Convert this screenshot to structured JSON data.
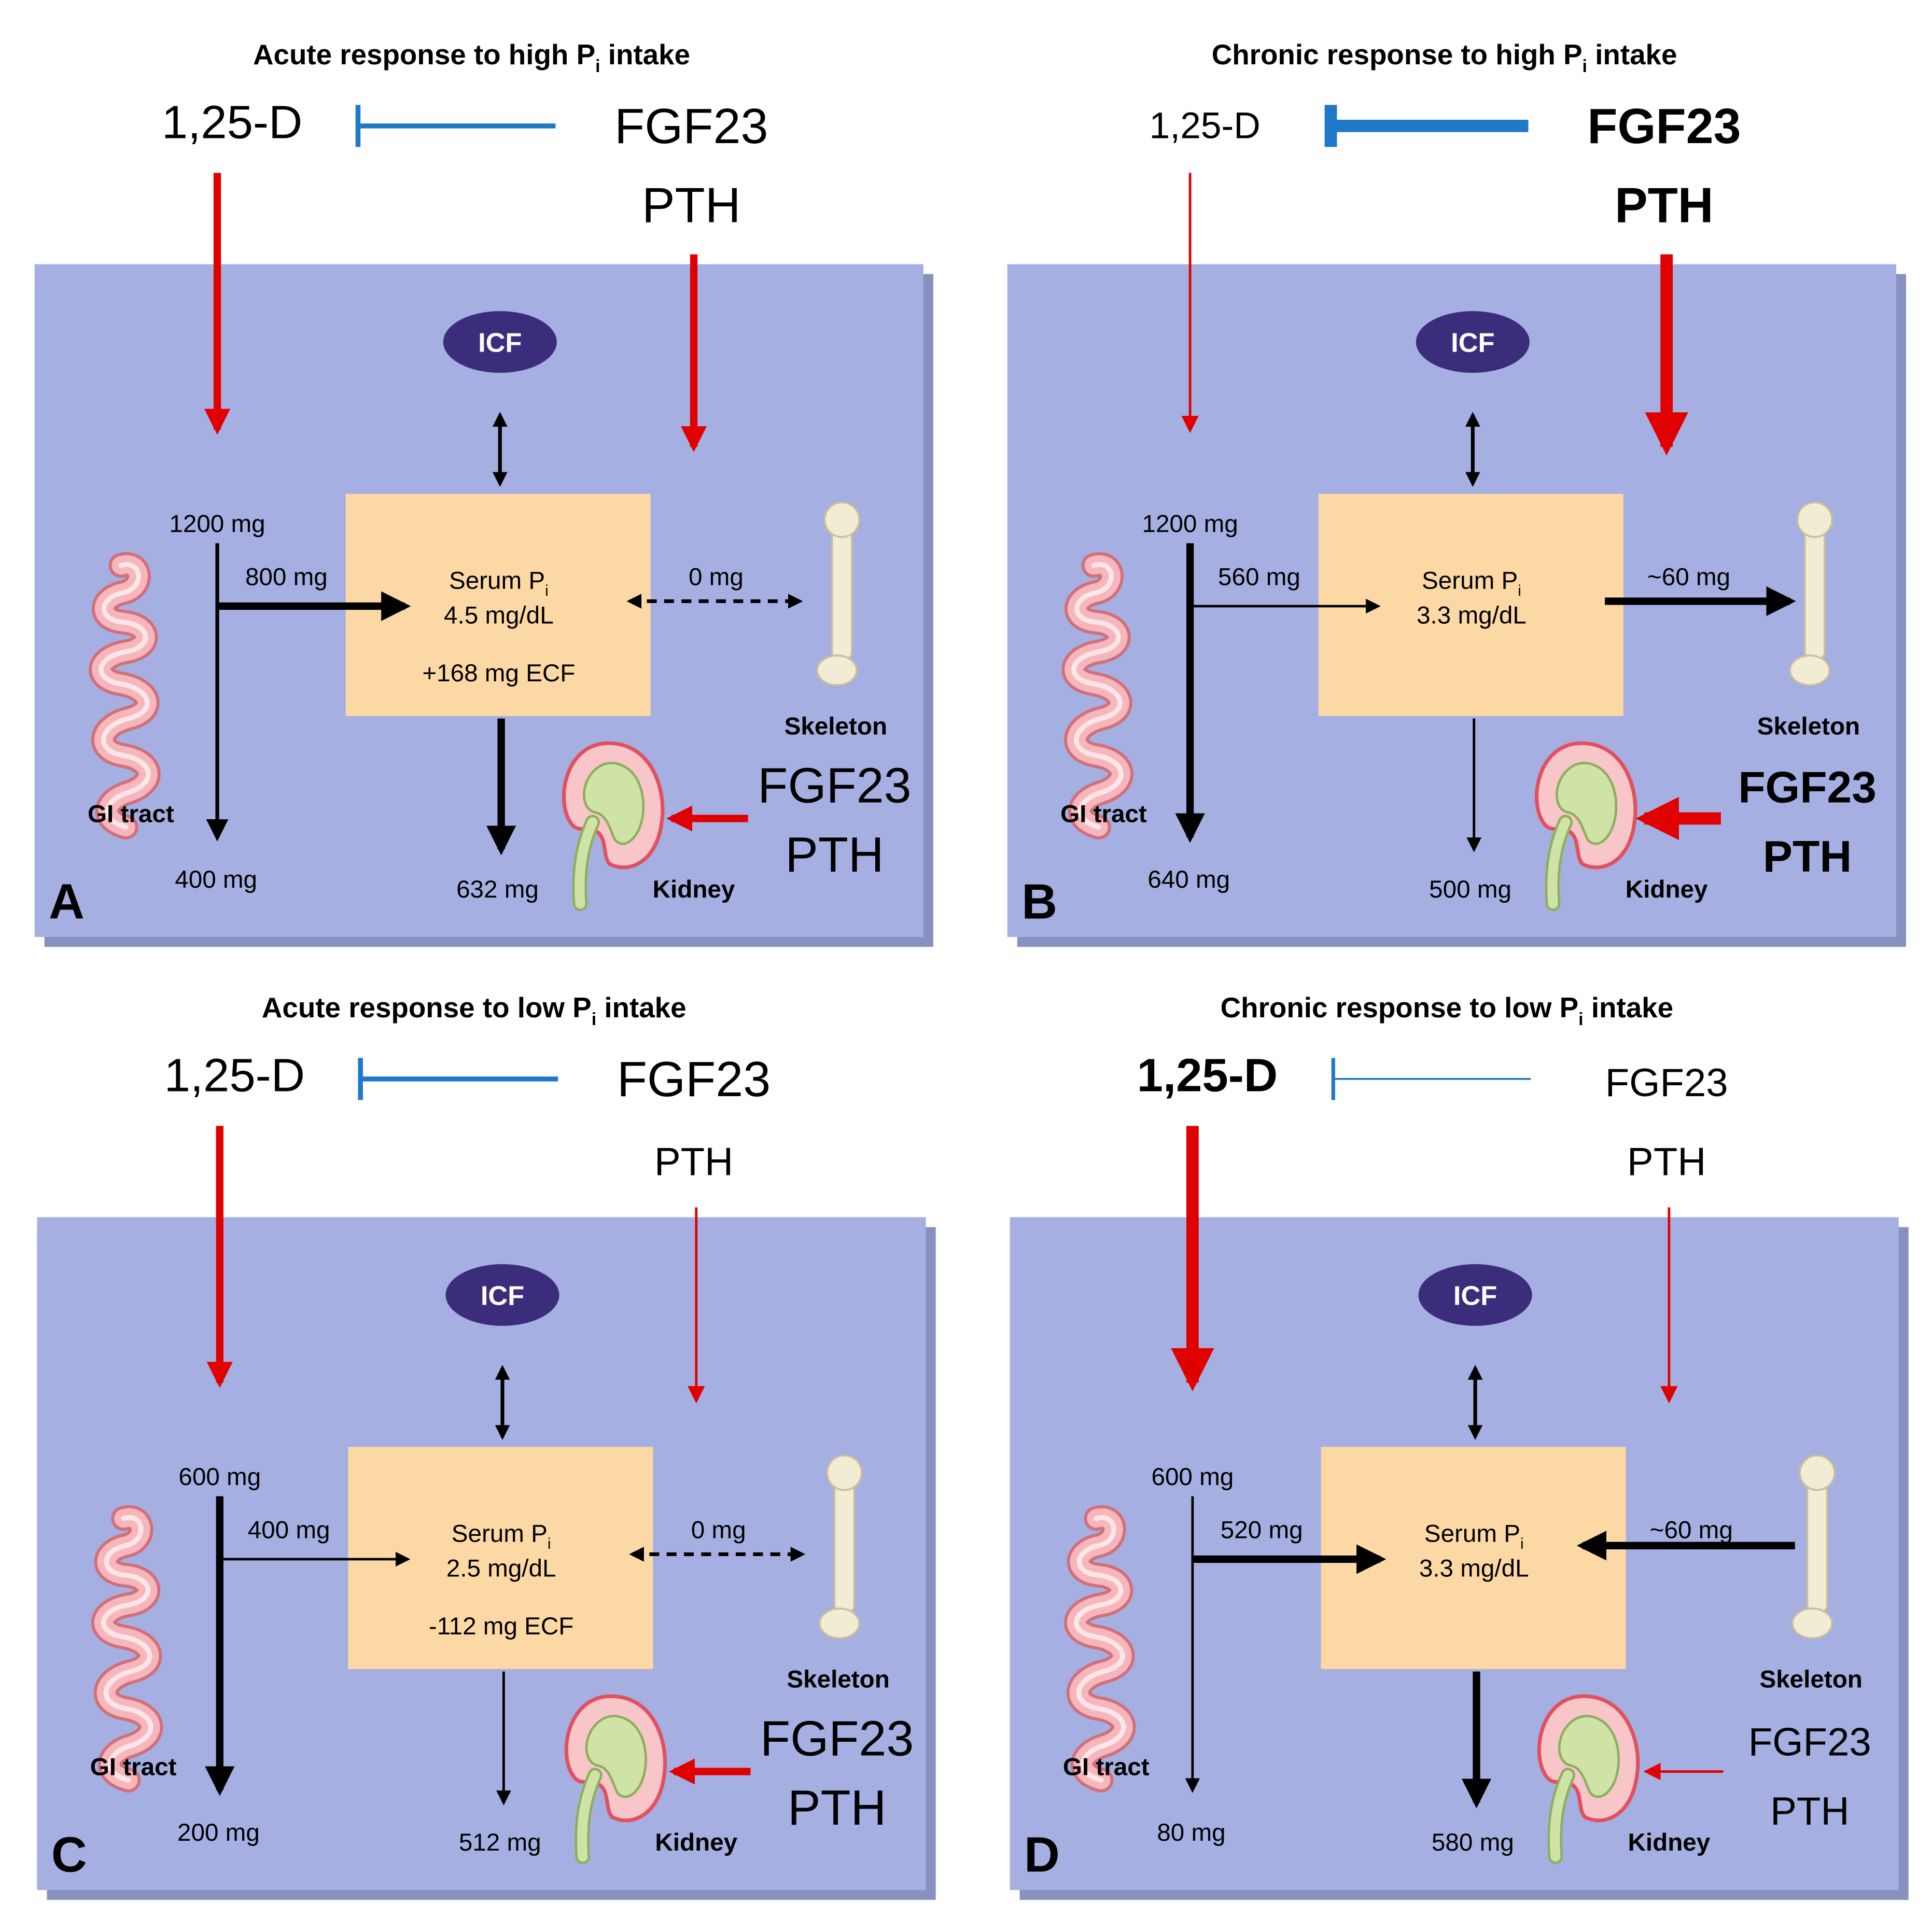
{
  "colors": {
    "panel": "#a5afe1",
    "panel_shadow": "#8890c0",
    "serum_box": "#fcd8a5",
    "icf": "#3c2d7c",
    "red_arrow": "#e00000",
    "blue_inhibit": "#1f78c8",
    "black_arrow": "#000000",
    "gut": "#f7b6bc",
    "bone": "#f2ecd4",
    "kidney": "#e25060"
  },
  "icons": [
    "intestine-icon",
    "bone-icon",
    "kidney-icon"
  ],
  "panels": [
    {
      "letter": "A",
      "title": "Acute response to high P",
      "title_sub": "i",
      "title_suffix": " intake",
      "vitd": "1,25-D",
      "fgf23_top": "FGF23",
      "pth_top": "PTH",
      "icf": "ICF",
      "intake": "1200 mg",
      "absorbed": "800 mg",
      "serum_label": "Serum P",
      "serum_sub": "i",
      "serum_value": "4.5 mg/dL",
      "ecf": "+168 mg ECF",
      "bone_flow": "0 mg",
      "skeleton": "Skeleton",
      "gi_label": "GI tract",
      "fecal": "400 mg",
      "urine": "632 mg",
      "kidney_label": "Kidney",
      "fgf23_side": "FGF23",
      "pth_side": "PTH"
    },
    {
      "letter": "B",
      "title": "Chronic response to high P",
      "title_sub": "i",
      "title_suffix": " intake",
      "vitd": "1,25-D",
      "fgf23_top": "FGF23",
      "pth_top": "PTH",
      "icf": "ICF",
      "intake": "1200 mg",
      "absorbed": "560 mg",
      "serum_label": "Serum P",
      "serum_sub": "i",
      "serum_value": "3.3 mg/dL",
      "ecf": "",
      "bone_flow": "~60 mg",
      "skeleton": "Skeleton",
      "gi_label": "GI tract",
      "fecal": "640 mg",
      "urine": "500 mg",
      "kidney_label": "Kidney",
      "fgf23_side": "FGF23",
      "pth_side": "PTH"
    },
    {
      "letter": "C",
      "title": "Acute response to low P",
      "title_sub": "i",
      "title_suffix": " intake",
      "vitd": "1,25-D",
      "fgf23_top": "FGF23",
      "pth_top": "PTH",
      "icf": "ICF",
      "intake": "600 mg",
      "absorbed": "400 mg",
      "serum_label": "Serum P",
      "serum_sub": "i",
      "serum_value": "2.5 mg/dL",
      "ecf": "-112 mg ECF",
      "bone_flow": "0 mg",
      "skeleton": "Skeleton",
      "gi_label": "GI tract",
      "fecal": "200 mg",
      "urine": "512 mg",
      "kidney_label": "Kidney",
      "fgf23_side": "FGF23",
      "pth_side": "PTH"
    },
    {
      "letter": "D",
      "title": "Chronic response to low P",
      "title_sub": "i",
      "title_suffix": " intake",
      "vitd": "1,25-D",
      "fgf23_top": "FGF23",
      "pth_top": "PTH",
      "icf": "ICF",
      "intake": "600 mg",
      "absorbed": "520 mg",
      "serum_label": "Serum P",
      "serum_sub": "i",
      "serum_value": "3.3 mg/dL",
      "ecf": "",
      "bone_flow": "~60 mg",
      "skeleton": "Skeleton",
      "gi_label": "GI tract",
      "fecal": "80 mg",
      "urine": "580 mg",
      "kidney_label": "Kidney",
      "fgf23_side": "FGF23",
      "pth_side": "PTH"
    }
  ]
}
